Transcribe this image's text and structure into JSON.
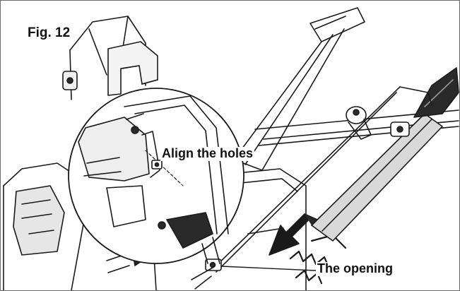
{
  "figure": {
    "number_label": "Fig. 12",
    "callouts": {
      "align_holes": "Align the holes",
      "opening": "The opening"
    }
  },
  "colors": {
    "line": "#1a1a1a",
    "shade": "#9a9a9a",
    "dark_fill": "#2a2a2a",
    "background": "#ffffff"
  }
}
